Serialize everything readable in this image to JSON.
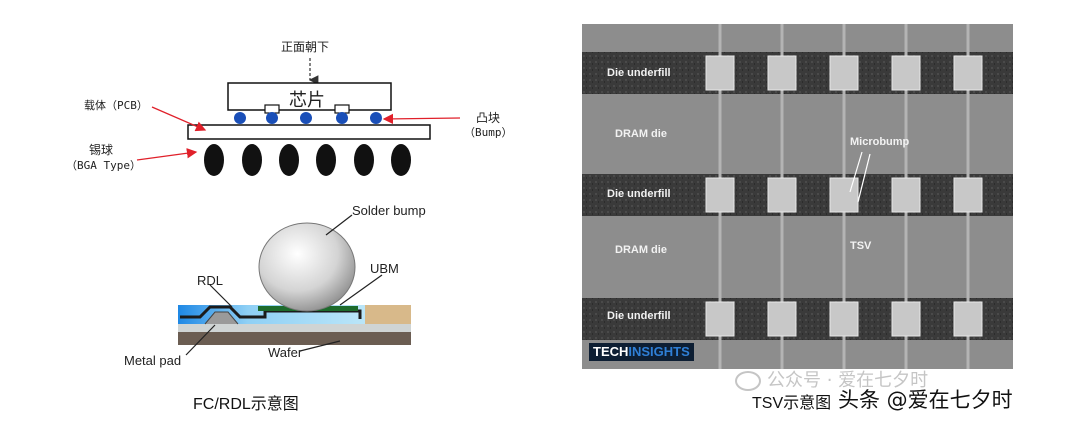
{
  "fc_diagram": {
    "face_down": "正面朝下",
    "chip": "芯片",
    "carrier": "载体（PCB）",
    "bump_cn": "凸块",
    "bump_en": "（Bump）",
    "ball_cn": "锡球",
    "ball_en": "（BGA Type）"
  },
  "rdl_diagram": {
    "solder_bump": "Solder bump",
    "ubm": "UBM",
    "rdl": "RDL",
    "metal_pad": "Metal pad",
    "wafer": "Wafer"
  },
  "left_caption": "FC/RDL示意图",
  "sem_image": {
    "labels": {
      "underfill_1": "Die underfill",
      "dram_1": "DRAM die",
      "underfill_2": "Die underfill",
      "dram_2": "DRAM die",
      "underfill_3": "Die underfill",
      "microbump": "Microbump",
      "tsv": "TSV"
    },
    "logo_part1": "TECH",
    "logo_part2": "INSIGHTS"
  },
  "watermark": "公众号 · 爱在七夕时",
  "right_caption": "TSV示意图",
  "attribution": "头条 @爱在七夕时",
  "colors": {
    "arrow_red": "#e0202a",
    "bump_blue": "#1a4fb8",
    "sem_gray": "#8a8a8a",
    "logo_blue": "#2f7fd6"
  }
}
